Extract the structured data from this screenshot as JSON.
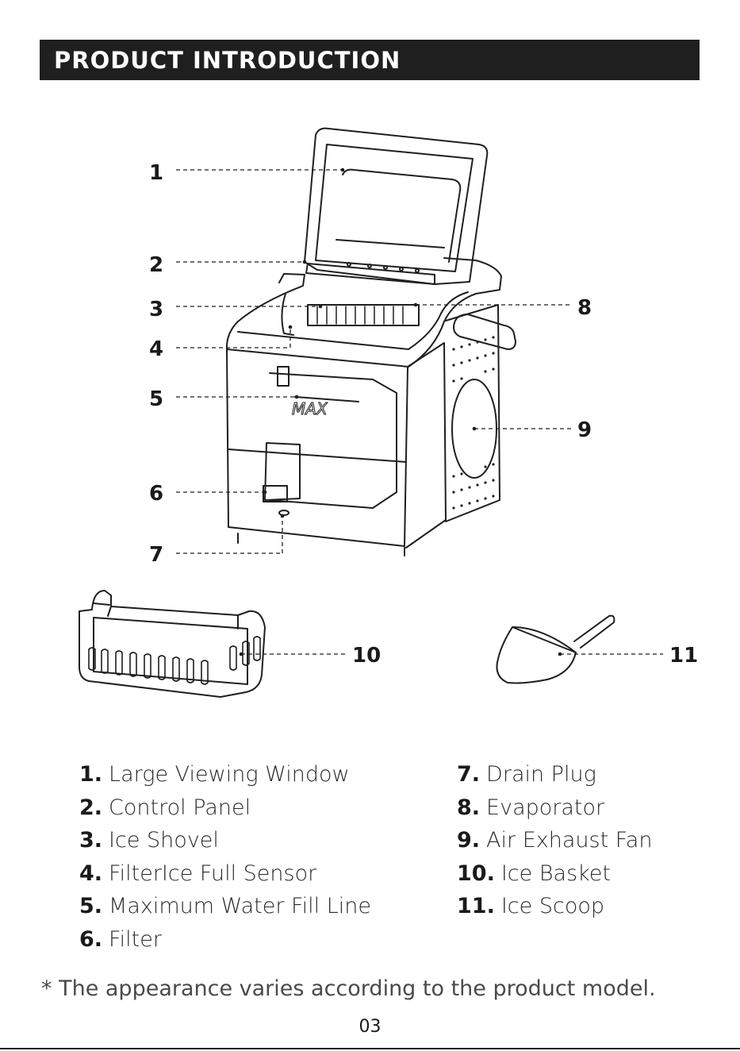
{
  "header": {
    "title": "PRODUCT INTRODUCTION"
  },
  "diagram": {
    "callouts": [
      "1",
      "2",
      "3",
      "4",
      "5",
      "6",
      "7",
      "8",
      "9",
      "10",
      "11"
    ],
    "max_label": "MAX"
  },
  "legend": {
    "left": [
      {
        "num": "1.",
        "label": "Large Viewing Window"
      },
      {
        "num": "2.",
        "label": "Control Panel"
      },
      {
        "num": "3.",
        "label": "Ice Shovel"
      },
      {
        "num": "4.",
        "label": "FilterIce Full Sensor"
      },
      {
        "num": "5.",
        "label": "Maximum Water Fill Line"
      },
      {
        "num": "6.",
        "label": "Filter"
      }
    ],
    "right": [
      {
        "num": "7.",
        "label": "Drain Plug"
      },
      {
        "num": "8.",
        "label": "Evaporator"
      },
      {
        "num": "9.",
        "label": "Air Exhaust Fan"
      },
      {
        "num": "10.",
        "label": "Ice Basket"
      },
      {
        "num": "11.",
        "label": "Ice Scoop"
      }
    ]
  },
  "footnote": "* The appearance varies according to the product model.",
  "page_number": "03"
}
